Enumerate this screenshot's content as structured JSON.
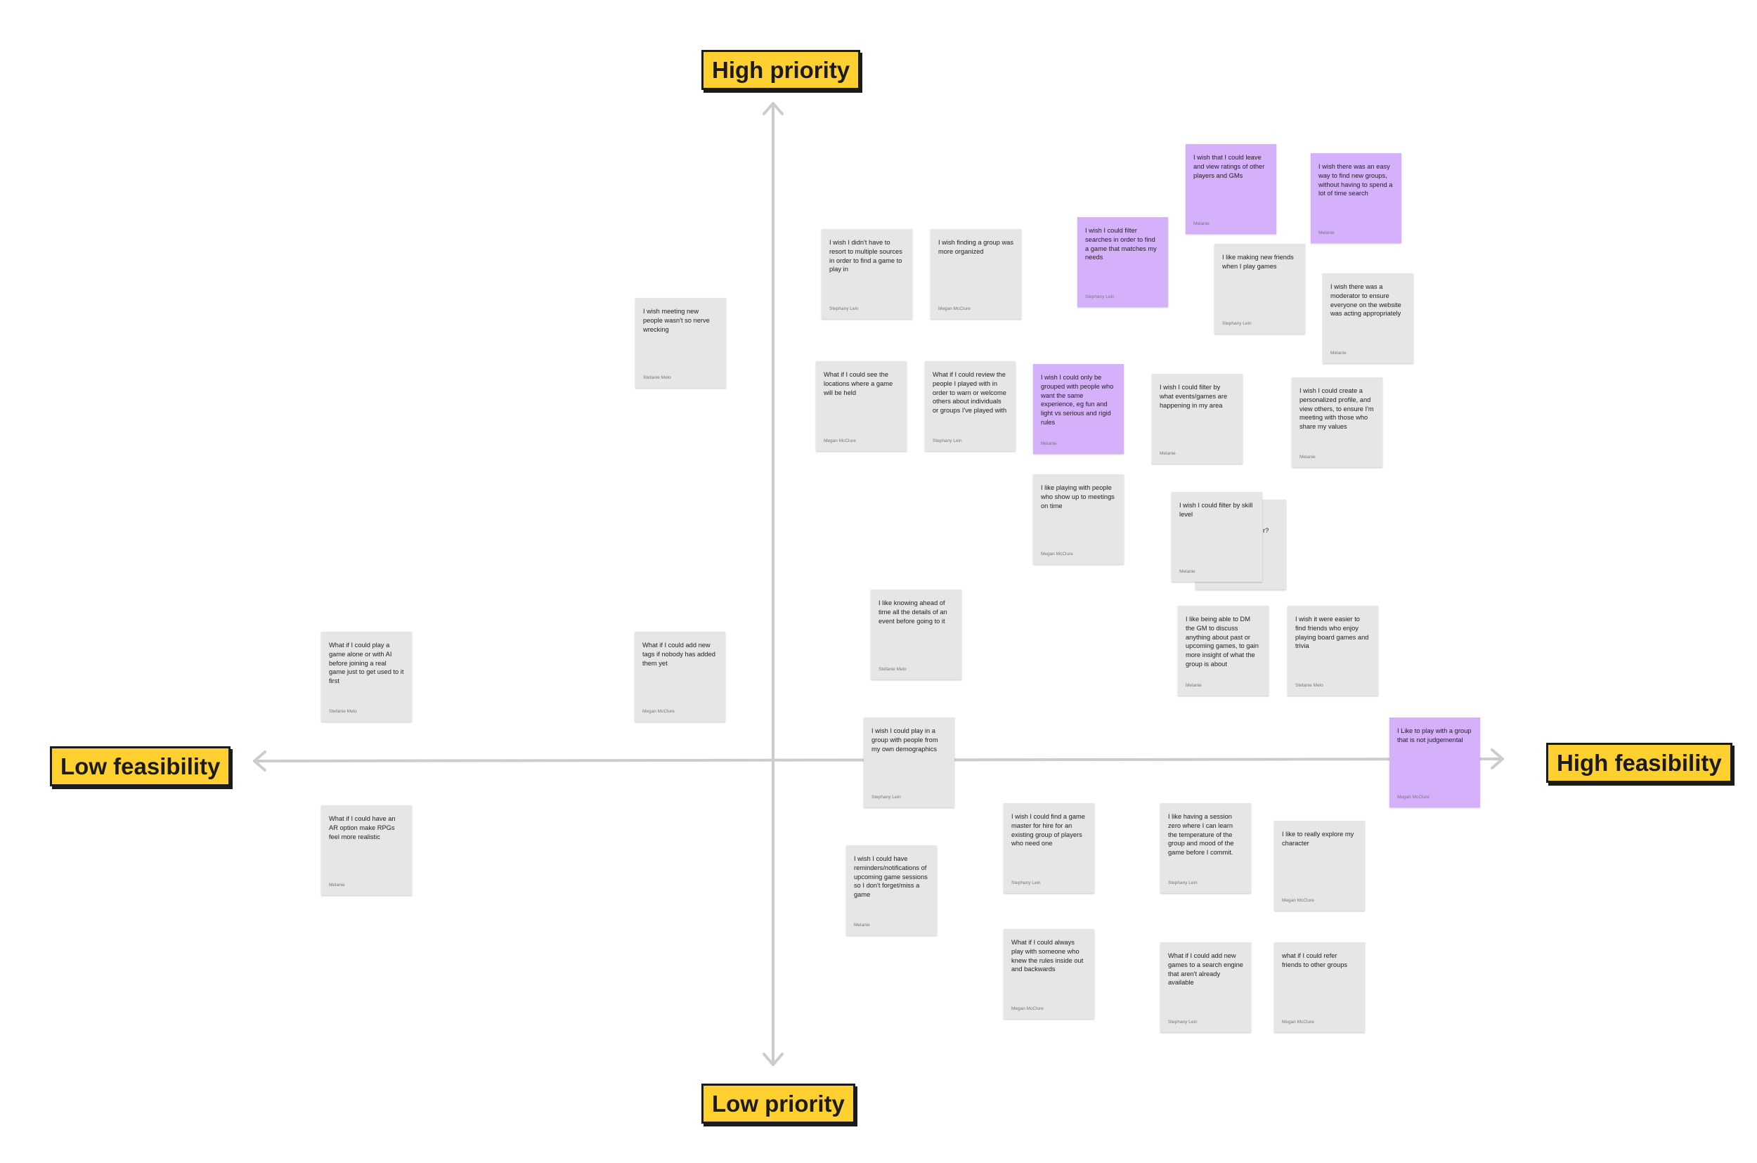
{
  "labels": {
    "top": "High priority",
    "bottom": "Low priority",
    "left": "Low feasibility",
    "right": "High feasibility"
  },
  "colors": {
    "label_bg": "#ffd02f",
    "note_gray": "#e6e6e6",
    "note_purple": "#d6b1fb",
    "axis": "#cccccc"
  },
  "notes": [
    {
      "text": "I wish meeting new people wasn't so nerve wrecking",
      "author": "Stefanie Melo",
      "color": "gray"
    },
    {
      "text": "What if I could play a game alone or with AI before joining a real game just to get used to it first",
      "author": "Stefanie Melo",
      "color": "gray"
    },
    {
      "text": "What if I could add new tags if nobody has added them yet",
      "author": "Megan McClure",
      "color": "gray"
    },
    {
      "text": "What if I could have an AR option make RPGs feel more realistic",
      "author": "Melanie",
      "color": "gray"
    },
    {
      "text": "I wish I didn't have to resort to multiple sources in order to find a game to play in",
      "author": "Stephany Lein",
      "color": "gray"
    },
    {
      "text": "I wish finding a group was more organized",
      "author": "Megan McClure",
      "color": "gray"
    },
    {
      "text": "I wish I could filter searches in order to find a game that matches my needs",
      "author": "Stephany Lein",
      "color": "purple"
    },
    {
      "text": "I wish that I could leave and view ratings of other players and GMs",
      "author": "Melanie",
      "color": "purple"
    },
    {
      "text": "I wish there was an easy way to find new groups, without having to spend a lot of time search",
      "author": "Melanie",
      "color": "purple"
    },
    {
      "text": "I like making new friends when I play games",
      "author": "Stephany Lein",
      "color": "gray"
    },
    {
      "text": "I wish there was a moderator to ensure everyone on the website was acting appropriately",
      "author": "Melanie",
      "color": "gray"
    },
    {
      "text": "What if I could see the locations where a game will be held",
      "author": "Megan McClure",
      "color": "gray"
    },
    {
      "text": "What if I could review the people I played with in order to warn or welcome others about individuals or groups I've played with",
      "author": "Stephany Lein",
      "color": "gray"
    },
    {
      "text": "I wish I could only be grouped with people who want the same experience, eg fun and light vs serious and rigid rules",
      "author": "Melanie",
      "color": "purple"
    },
    {
      "text": "I wish I could filter by what events/games are happening in my area",
      "author": "Melanie",
      "color": "gray"
    },
    {
      "text": "I wish I could create a personalized profile, and view others, to ensure I'm meeting with those who share my values",
      "author": "Melanie",
      "color": "gray"
    },
    {
      "text": "I like playing with people who show up to meetings on time",
      "author": "Megan McClure",
      "color": "gray"
    },
    {
      "text": "r?",
      "author": "",
      "color": "gray"
    },
    {
      "text": "I wish I could filter by skill level",
      "author": "Melanie",
      "color": "gray"
    },
    {
      "text": "I like knowing ahead of time all the details of an event before going to it",
      "author": "Stefanie Melo",
      "color": "gray"
    },
    {
      "text": "I like being able to DM the GM to discuss anything about past or upcoming games, to gain more insight of what the group is about",
      "author": "Melanie",
      "color": "gray"
    },
    {
      "text": "I wish it were easier to find friends who enjoy playing board games and trivia",
      "author": "Stefanie Melo",
      "color": "gray"
    },
    {
      "text": "I wish I could play in a group with people from my own demographics",
      "author": "Stephany Lein",
      "color": "gray"
    },
    {
      "text": "I Like to play with a group that is not judgemental",
      "author": "Megan McClure",
      "color": "purple"
    },
    {
      "text": "I wish I could have reminders/notifications of upcoming game sessions so I don't forget/miss a game",
      "author": "Melanie",
      "color": "gray"
    },
    {
      "text": "I wish I could find a game master for hire for an existing group of players who need one",
      "author": "Stephany Lein",
      "color": "gray"
    },
    {
      "text": "I like having a session zero where I can learn the temperature of the group and mood of the game before I commit.",
      "author": "Stephany Lein",
      "color": "gray"
    },
    {
      "text": "I like to really explore my character",
      "author": "Megan McClure",
      "color": "gray"
    },
    {
      "text": "What if I could always play with someone who knew the rules inside out and backwards",
      "author": "Megan McClure",
      "color": "gray"
    },
    {
      "text": "What if I could add new games to a search engine that aren't already available",
      "author": "Stephany Lein",
      "color": "gray"
    },
    {
      "text": "what if I could refer friends to other groups",
      "author": "Megan McClure",
      "color": "gray"
    }
  ]
}
